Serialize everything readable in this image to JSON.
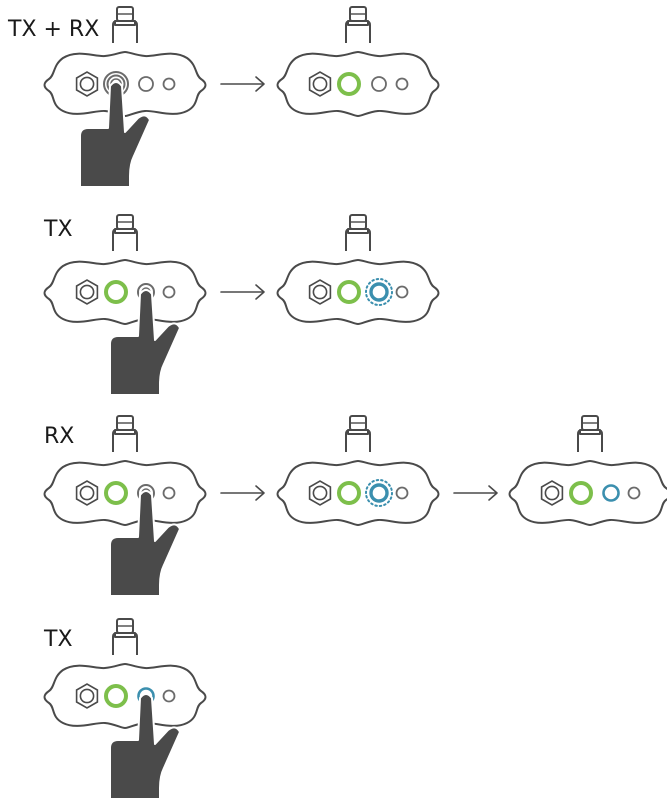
{
  "diagram": {
    "colors": {
      "outline": "#4a4a4a",
      "ring_neutral": "#6b6b6b",
      "ring_green": "#7dbf4b",
      "ring_blue": "#3b8fae",
      "hand": "#4a4a4a"
    },
    "icons": [
      "transmitter-device-icon",
      "pointing-hand-icon",
      "right-arrow-icon"
    ],
    "steps": [
      {
        "label": "TX + RX",
        "states": [
          "both-pressed",
          "green-on"
        ]
      },
      {
        "label": "TX",
        "states": [
          "green-on-second-pressed",
          "green-on-blue-blinking"
        ]
      },
      {
        "label": "RX",
        "states": [
          "green-on-second-pressed",
          "green-on-blue-blinking",
          "green-on-blue-on"
        ]
      },
      {
        "label": "TX",
        "states": [
          "green-on-blue-on-pressed"
        ]
      }
    ]
  }
}
